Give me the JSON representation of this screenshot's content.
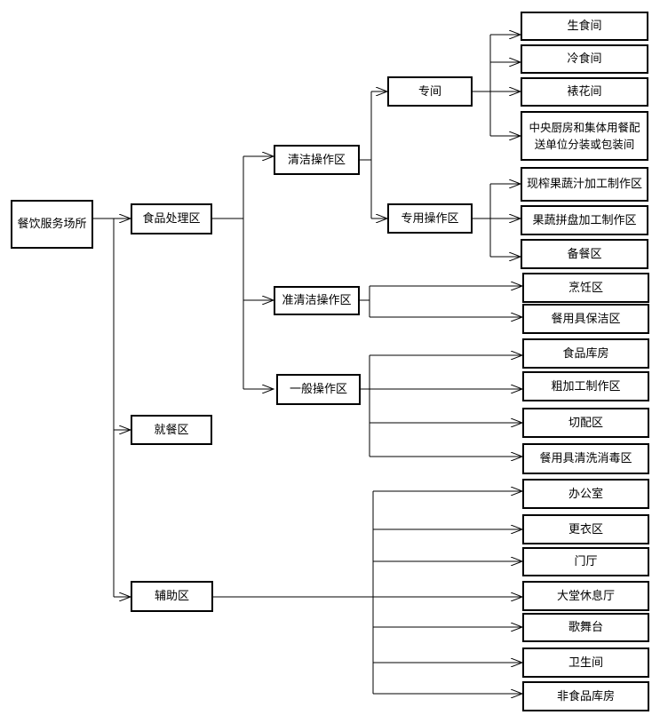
{
  "nodes": {
    "root": "餐饮服务场所",
    "food_processing": "食品处理区",
    "dining": "就餐区",
    "auxiliary": "辅助区",
    "clean_operation": "清洁操作区",
    "quasi_clean_operation": "准清洁操作区",
    "general_operation": "一般操作区",
    "special_room": "专间",
    "special_operation_area": "专用操作区",
    "raw_food_room": "生食间",
    "cold_food_room": "冷食间",
    "garnish_room": "裱花间",
    "central_kitchen_room": "中央厨房和集体用餐配送单位分装或包装间",
    "fresh_juice_area": "现榨果蔬汁加工制作区",
    "fruit_platter_area": "果蔬拼盘加工制作区",
    "meal_prep_area": "备餐区",
    "cooking_area": "烹饪区",
    "tableware_clean_area": "餐用具保洁区",
    "food_storage": "食品库房",
    "rough_processing_area": "粗加工制作区",
    "cutting_area": "切配区",
    "tableware_wash_area": "餐用具清洗消毒区",
    "office": "办公室",
    "locker_room": "更衣区",
    "vestibule": "门厅",
    "lobby_lounge": "大堂休息厅",
    "stage": "歌舞台",
    "restroom": "卫生间",
    "nonfood_storage": "非食品库房"
  }
}
